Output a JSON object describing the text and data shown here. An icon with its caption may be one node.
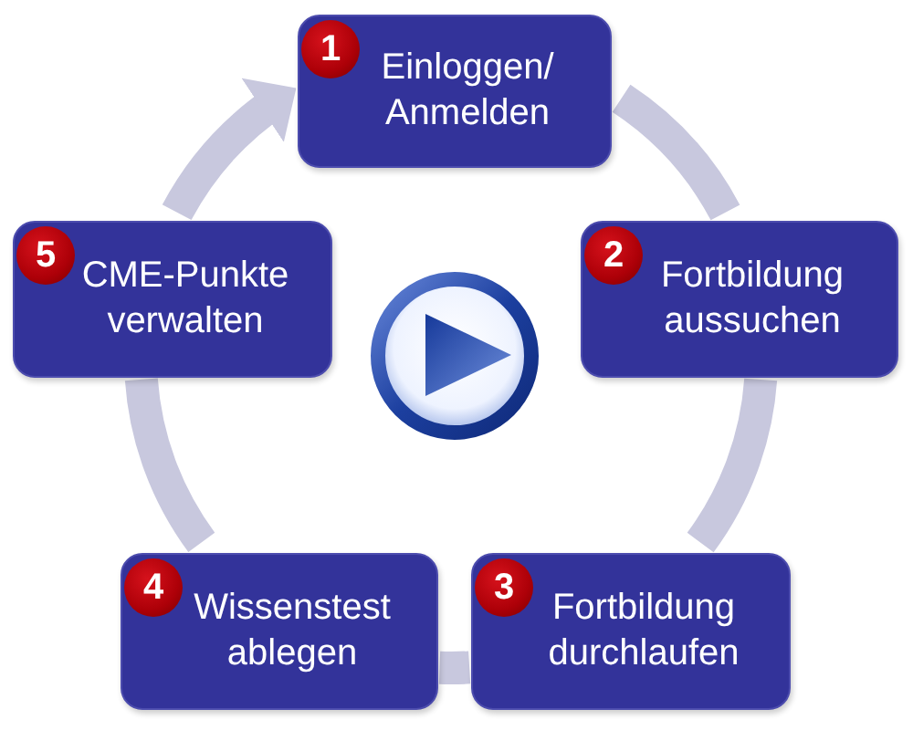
{
  "diagram": {
    "nodes": [
      {
        "text": [
          "1",
          "Einloggen/ Anmelden"
        ]
      },
      {
        "text": [
          "2",
          "Fortbildung aussuchen"
        ]
      },
      {
        "text": [
          "3",
          "Fortbildung durchlaufen"
        ]
      },
      {
        "text": [
          "4",
          "Wissenstest ablegen"
        ]
      },
      {
        "text": [
          "5",
          "CME-Punkte verwalten"
        ]
      }
    ],
    "edges": [
      {
        "from": 0,
        "to": 1,
        "arrow": "none"
      },
      {
        "from": 1,
        "to": 2,
        "arrow": "none"
      },
      {
        "from": 2,
        "to": 3,
        "arrow": "none"
      },
      {
        "from": 3,
        "to": 4,
        "arrow": "none"
      },
      {
        "from": 4,
        "to": 0,
        "arrow": "to"
      }
    ]
  }
}
